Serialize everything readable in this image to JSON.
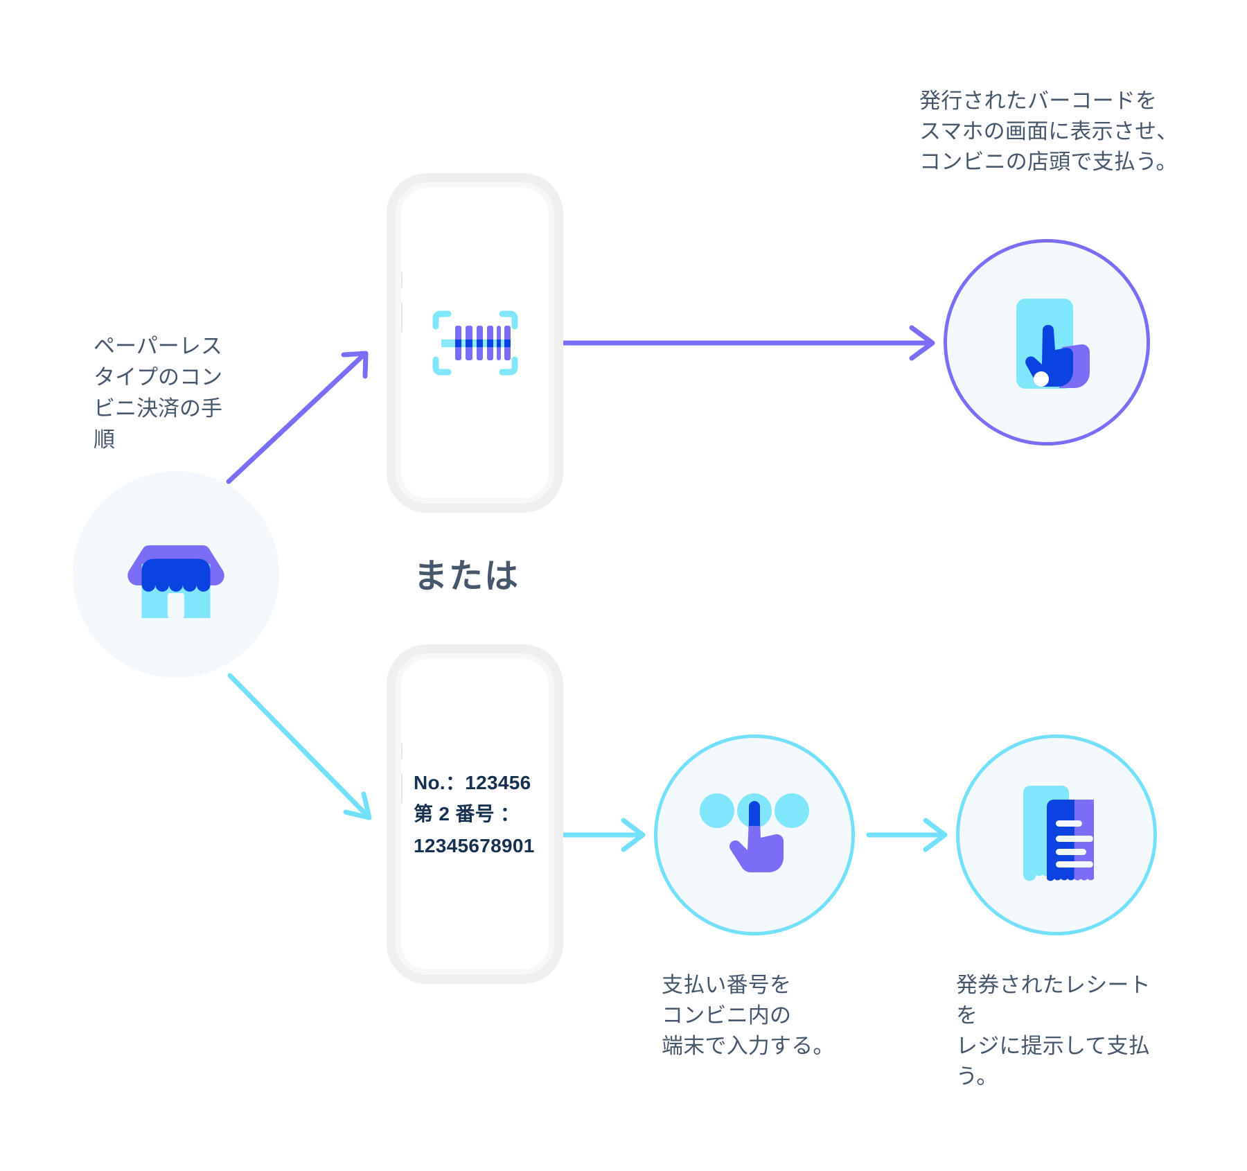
{
  "diagram": {
    "title_label": "ペーパーレス\nタイプのコン\nビニ決済の手\n順",
    "or_label": "または",
    "branch_top": {
      "phone_icon": "barcode-icon",
      "caption": "発行されたバーコードを\nスマホの画面に表示させ、\nコンビニの店頭で支払う。",
      "result_icon": "phone-tap-hand-icon"
    },
    "branch_bottom": {
      "phone_screen_text": "No.：123456\n第 2 番号 ：\n12345678901",
      "terminal": {
        "icon": "keypad-hand-icon",
        "caption": "支払い番号を\nコンビニ内の\n端末で入力する。"
      },
      "receipt": {
        "icon": "receipt-icon",
        "caption": "発券されたレシート\nを\nレジに提示して支払\nう。"
      }
    },
    "origin_icon": "storefront-icon"
  },
  "colors": {
    "purple": "#7b6ef6",
    "cyan": "#72e0fb",
    "blue": "#0a43e0",
    "light_cyan": "#7fe6fb",
    "text": "#46576b",
    "dark_navy": "#16304f",
    "circle_fill": "#f3f8fc",
    "phone_frame": "#efefef"
  }
}
